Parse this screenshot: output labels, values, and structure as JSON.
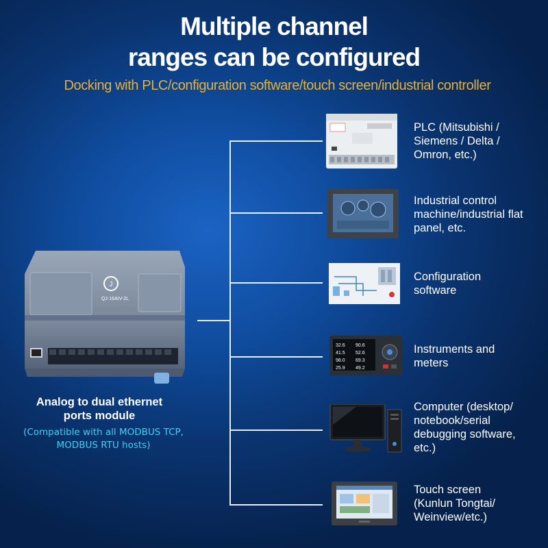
{
  "header": {
    "title_line1": "Multiple channel",
    "title_line2": "ranges can be configured",
    "subtitle": "Docking with PLC/configuration software/touch screen/industrial controller"
  },
  "module": {
    "name_line1": "Analog to dual ethernet",
    "name_line2": "ports module",
    "note_line1": "(Compatible with all MODBUS TCP,",
    "note_line2": "MODBUS RTU hosts)",
    "model_label": "QJ-16AIV-2L"
  },
  "devices": [
    {
      "label_lines": [
        "PLC (Mitsubishi /",
        "Siemens / Delta /",
        "Omron, etc.)"
      ],
      "icon": "plc-icon"
    },
    {
      "label_lines": [
        "Industrial control",
        "machine/industrial flat",
        "panel, etc."
      ],
      "icon": "industrial-panel-icon"
    },
    {
      "label_lines": [
        "Configuration",
        "software"
      ],
      "icon": "configuration-software-icon"
    },
    {
      "label_lines": [
        "Instruments and",
        "meters"
      ],
      "icon": "instrument-meter-icon"
    },
    {
      "label_lines": [
        "Computer (desktop/",
        "notebook/serial",
        "debugging software,",
        "etc.)"
      ],
      "icon": "computer-icon"
    },
    {
      "label_lines": [
        "Touch screen",
        "(Kunlun Tongtai/",
        "Weinview/etc.)"
      ],
      "icon": "touch-screen-icon"
    }
  ],
  "meter_readings": [
    "32.6",
    "90.6",
    "41.5",
    "52.6",
    "98.0",
    "69.3",
    "25.9",
    "49.2"
  ],
  "colors": {
    "title": "#ffffff",
    "subtitle": "#e8b23a",
    "note": "#3fd1f2",
    "line": "#e8eef8"
  }
}
